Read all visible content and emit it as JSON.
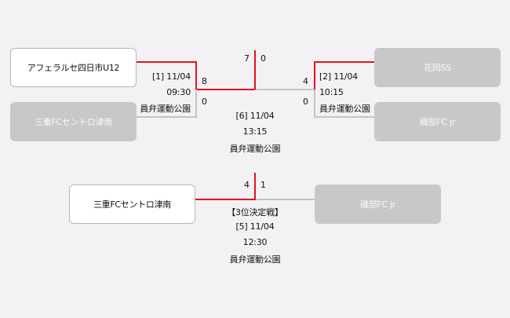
{
  "teams": {
    "sf1_top": "アフェラルセ四日市U12",
    "sf1_bottom": "三重FCセントロ津南",
    "sf2_top": "花岡SS",
    "sf2_bottom": "磯部FC jr",
    "third_left": "三重FCセントロ津南",
    "third_right": "磯部FC jr"
  },
  "matches": {
    "m1": {
      "label": "[1] 11/04",
      "time": "09:30",
      "venue": "員弁運動公園",
      "score_top": "8",
      "score_bottom": "0"
    },
    "m2": {
      "label": "[2] 11/04",
      "time": "10:15",
      "venue": "員弁運動公園",
      "score_top": "4",
      "score_bottom": "0"
    },
    "m6": {
      "label": "[6] 11/04",
      "time": "13:15",
      "venue": "員弁運動公園",
      "score_left": "7",
      "score_right": "0"
    },
    "m5": {
      "title": "【3位決定戦】",
      "label": "[5] 11/04",
      "time": "12:30",
      "venue": "員弁運動公園",
      "score_left": "4",
      "score_right": "1"
    }
  },
  "colors": {
    "winner_line": "#e0141e",
    "loser_line": "#c4c4c4",
    "loser_box": "#c8c8c8"
  }
}
